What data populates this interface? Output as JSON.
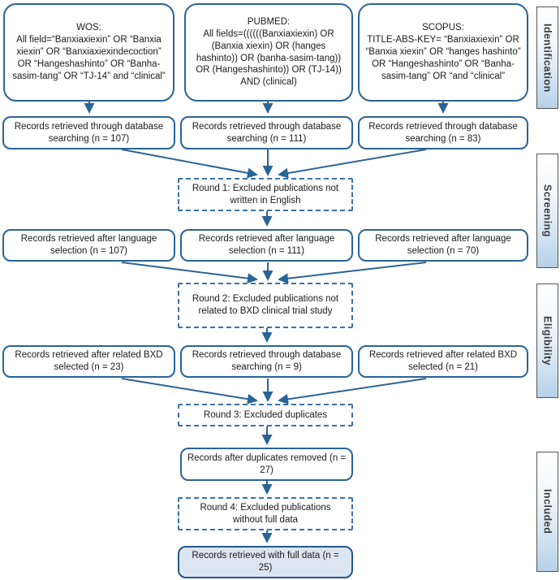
{
  "diagram": {
    "sources": [
      {
        "title": "WOS:",
        "query": "All field=“Banxiaxiexin” OR “Banxia xiexin” OR “Banxiaxiexindecoction” OR “Hangeshashinto” OR “Banha-sasim-tang”  OR “TJ-14” and “clinical”"
      },
      {
        "title": "PUBMED:",
        "query": "All fields=((((((Banxiaxiexin) OR (Banxia xiexin) OR (hanges hashinto)) OR (banha-sasim-tang)) OR (Hangeshashinto)) OR (TJ-14)) AND (clinical)"
      },
      {
        "title": "SCOPUS:",
        "query": "TITLE-ABS-KEY= “Banxiaxiexin” OR “Banxia xiexin” OR “hanges hashinto” OR “Hangeshashinto” OR “Banha-sasim-tang”  OR “and “clinical”"
      }
    ],
    "retrieved": [
      "Records retrieved through database searching (n = 107)",
      "Records retrieved through database searching (n = 111)",
      "Records retrieved through database searching (n = 83)"
    ],
    "round1": "Round 1: Excluded publications not written in English",
    "language": [
      "Records retrieved after language selection (n = 107)",
      "Records retrieved after language selection (n = 111)",
      "Records retrieved after language selection (n = 70)"
    ],
    "round2": "Round 2: Excluded publications not related to BXD clinical trial study",
    "related": [
      "Records retrieved after related BXD selected (n = 23)",
      "Records retrieved through database searching (n = 9)",
      "Records retrieved after related BXD selected (n = 21)"
    ],
    "round3": "Round 3: Excluded duplicates",
    "duplicates": "Records after duplicates removed (n = 27)",
    "round4": "Round 4: Excluded publications without full data",
    "final": "Records retrieved with full data (n = 25)",
    "stages": [
      "Identification",
      "Screening",
      "Eligibility",
      "Included"
    ],
    "colors": {
      "line": "#2a6496",
      "box_border": "#2a6496",
      "final_fill": "#dce6f2",
      "sidebar_fill": "#b5d1e9"
    }
  }
}
